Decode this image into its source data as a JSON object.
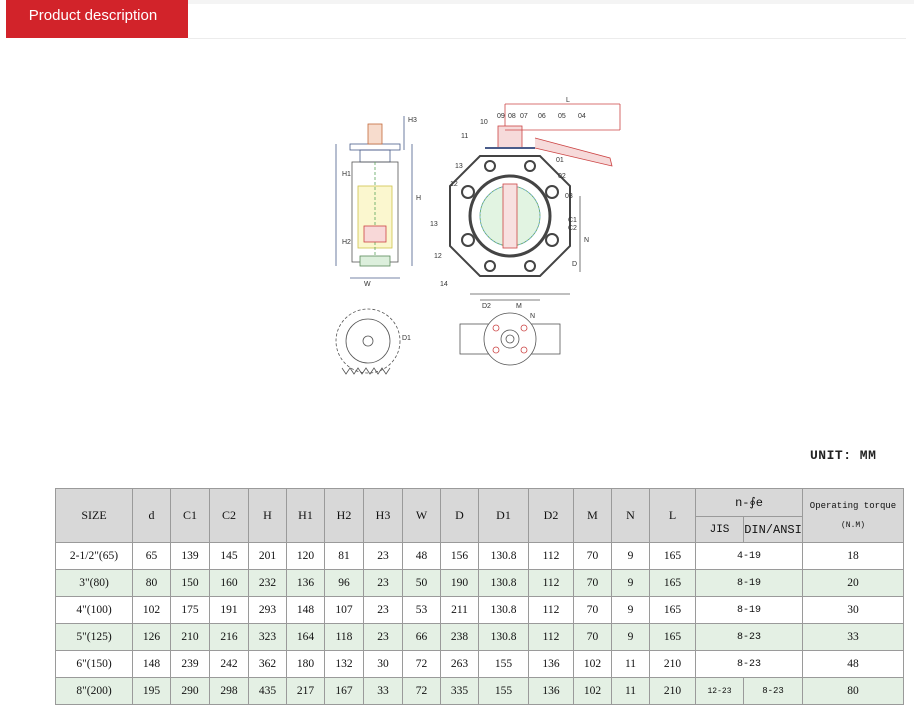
{
  "header": {
    "tab_label": "Product description"
  },
  "drawing": {
    "callouts": [
      "09",
      "08",
      "07",
      "06",
      "05",
      "04",
      "10",
      "11",
      "13",
      "12",
      "01",
      "02",
      "03",
      "13",
      "C1",
      "C2",
      "12",
      "D",
      "14",
      "N",
      "L",
      "H3",
      "H1",
      "H2",
      "H",
      "W",
      "D2",
      "M",
      "N",
      "D1"
    ]
  },
  "unit_label": "UNIT: MM",
  "table": {
    "headers": [
      "SIZE",
      "d",
      "C1",
      "C2",
      "H",
      "H1",
      "H2",
      "H3",
      "W",
      "D",
      "D1",
      "D2",
      "M",
      "N",
      "L"
    ],
    "nfe_header": "n-∮e",
    "jis_header": "JIS",
    "din_header": "DIN/ANSI",
    "torque_header_1": "Operating torque",
    "torque_header_2": "(N.M)",
    "rows": [
      {
        "size": "2-1/2\"(65)",
        "d": "65",
        "c1": "139",
        "c2": "145",
        "h": "201",
        "h1": "120",
        "h2": "81",
        "h3": "23",
        "w": "48",
        "dd": "156",
        "d1": "130.8",
        "d2": "112",
        "m": "70",
        "n": "9",
        "l": "165",
        "jis": "",
        "din": "4-19",
        "torque": "18"
      },
      {
        "size": "3\"(80)",
        "d": "80",
        "c1": "150",
        "c2": "160",
        "h": "232",
        "h1": "136",
        "h2": "96",
        "h3": "23",
        "w": "50",
        "dd": "190",
        "d1": "130.8",
        "d2": "112",
        "m": "70",
        "n": "9",
        "l": "165",
        "jis": "",
        "din": "8-19",
        "torque": "20"
      },
      {
        "size": "4\"(100)",
        "d": "102",
        "c1": "175",
        "c2": "191",
        "h": "293",
        "h1": "148",
        "h2": "107",
        "h3": "23",
        "w": "53",
        "dd": "211",
        "d1": "130.8",
        "d2": "112",
        "m": "70",
        "n": "9",
        "l": "165",
        "jis": "",
        "din": "8-19",
        "torque": "30"
      },
      {
        "size": "5\"(125)",
        "d": "126",
        "c1": "210",
        "c2": "216",
        "h": "323",
        "h1": "164",
        "h2": "118",
        "h3": "23",
        "w": "66",
        "dd": "238",
        "d1": "130.8",
        "d2": "112",
        "m": "70",
        "n": "9",
        "l": "165",
        "jis": "",
        "din": "8-23",
        "torque": "33"
      },
      {
        "size": "6\"(150)",
        "d": "148",
        "c1": "239",
        "c2": "242",
        "h": "362",
        "h1": "180",
        "h2": "132",
        "h3": "30",
        "w": "72",
        "dd": "263",
        "d1": "155",
        "d2": "136",
        "m": "102",
        "n": "11",
        "l": "210",
        "jis": "",
        "din": "8-23",
        "torque": "48"
      },
      {
        "size": "8\"(200)",
        "d": "195",
        "c1": "290",
        "c2": "298",
        "h": "435",
        "h1": "217",
        "h2": "167",
        "h3": "33",
        "w": "72",
        "dd": "335",
        "d1": "155",
        "d2": "136",
        "m": "102",
        "n": "11",
        "l": "210",
        "jis": "12-23",
        "din": "8-23",
        "torque": "80"
      }
    ]
  }
}
